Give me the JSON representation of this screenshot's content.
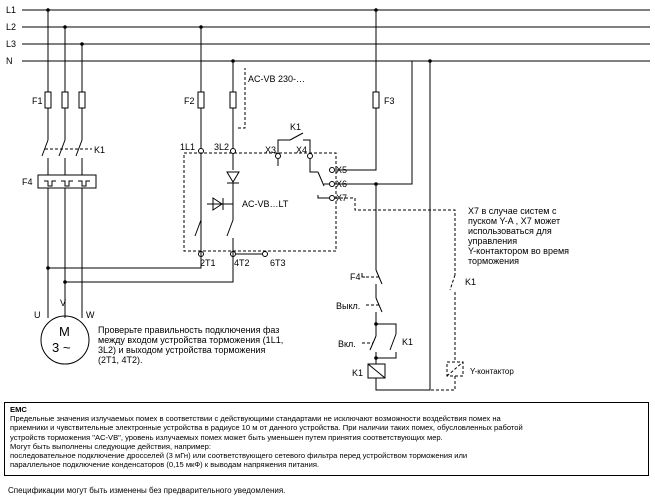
{
  "lines": {
    "l1": "L1",
    "l2": "L2",
    "l3": "L3",
    "n": "N"
  },
  "fuses": {
    "f1": "F1",
    "f2": "F2",
    "f3": "F3",
    "f4": "F4"
  },
  "contactors": {
    "k1_main": "K1",
    "k1_top": "K1",
    "k1_self": "K1",
    "k1_coil": "K1",
    "k1_aux": "K1"
  },
  "device": {
    "ac_vb_230": "AC-VB 230-…",
    "ac_vb_lt": "AC-VB…LT",
    "t_1l1": "1L1",
    "t_3l2": "3L2",
    "t_x3": "X3",
    "t_x4": "X4",
    "t_x5": "X5",
    "t_x6": "X6",
    "t_x7": "X7",
    "t_2t1": "2T1",
    "t_4t2": "4T2",
    "t_6t3": "6T3"
  },
  "motor": {
    "u": "U",
    "v": "V",
    "w": "W",
    "m": "M",
    "phase": "3 ~"
  },
  "switches": {
    "off": "Выкл.",
    "on": "Вкл."
  },
  "y_contactor": "Y-контактор",
  "note_x7": [
    "X7 в случае систем с",
    "пуском Y-A , X7 может",
    "использоваться для",
    "управления",
    "Y-контактором во время",
    "торможения"
  ],
  "note_motor": [
    "Проверьте правильность подключения фаз",
    "между входом устройства торможения (1L1,",
    "3L2) и выходом устройства торможения",
    "(2T1, 4T2)."
  ],
  "emc": {
    "title": "EMC",
    "lines": [
      "Предельные значения излучаемых помех в соответствии с действующими стандартами не исключают возможности воздействия помех на",
      "приемники и чувствительные электронные устройства в радиусе 10 м от данного устройства. При наличии таких помех, обусловленных работой",
      "устройств торможения \"AC-VB\", уровень излучаемых помех может быть уменьшен путем принятия соответствующих мер.",
      "Могут быть выполнены следующие действия, например:",
      "последовательное подключение дросселей (3 мГн) или соответствующего сетевого фильтра перед устройством торможения или",
      "параллельное подключение конденсаторов (0,15 мкФ) к выводам напряжения питания."
    ]
  },
  "footer": "Спецификации могут быть изменены без предварительного уведомления."
}
